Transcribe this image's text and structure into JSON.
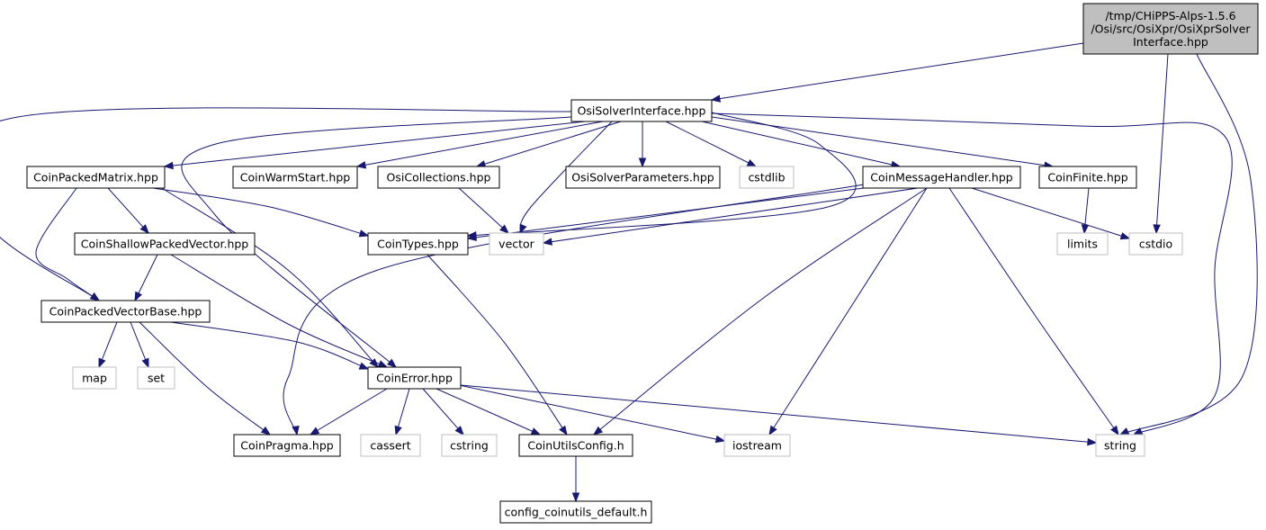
{
  "graph": {
    "nodes": [
      {
        "id": "root",
        "kind": "root",
        "lines": [
          "/tmp/CHiPPS-Alps-1.5.6",
          "/Osi/src/OsiXpr/OsiXprSolver",
          "Interface.hpp"
        ]
      },
      {
        "id": "osi_solver_interface",
        "kind": "local",
        "lines": [
          "OsiSolverInterface.hpp"
        ]
      },
      {
        "id": "coin_packed_matrix",
        "kind": "local",
        "lines": [
          "CoinPackedMatrix.hpp"
        ]
      },
      {
        "id": "coin_warm_start",
        "kind": "local",
        "lines": [
          "CoinWarmStart.hpp"
        ]
      },
      {
        "id": "osi_collections",
        "kind": "local",
        "lines": [
          "OsiCollections.hpp"
        ]
      },
      {
        "id": "osi_solver_parameters",
        "kind": "local",
        "lines": [
          "OsiSolverParameters.hpp"
        ]
      },
      {
        "id": "cstdlib",
        "kind": "system",
        "lines": [
          "cstdlib"
        ]
      },
      {
        "id": "coin_message_handler",
        "kind": "local",
        "lines": [
          "CoinMessageHandler.hpp"
        ]
      },
      {
        "id": "coin_finite",
        "kind": "local",
        "lines": [
          "CoinFinite.hpp"
        ]
      },
      {
        "id": "coin_shallow_packed_vector",
        "kind": "local",
        "lines": [
          "CoinShallowPackedVector.hpp"
        ]
      },
      {
        "id": "coin_types",
        "kind": "local",
        "lines": [
          "CoinTypes.hpp"
        ]
      },
      {
        "id": "vector",
        "kind": "system",
        "lines": [
          "vector"
        ]
      },
      {
        "id": "limits",
        "kind": "system",
        "lines": [
          "limits"
        ]
      },
      {
        "id": "cstdio",
        "kind": "system",
        "lines": [
          "cstdio"
        ]
      },
      {
        "id": "coin_packed_vector_base",
        "kind": "local",
        "lines": [
          "CoinPackedVectorBase.hpp"
        ]
      },
      {
        "id": "map",
        "kind": "system",
        "lines": [
          "map"
        ]
      },
      {
        "id": "set",
        "kind": "system",
        "lines": [
          "set"
        ]
      },
      {
        "id": "coin_error",
        "kind": "local",
        "lines": [
          "CoinError.hpp"
        ]
      },
      {
        "id": "coin_pragma",
        "kind": "local",
        "lines": [
          "CoinPragma.hpp"
        ]
      },
      {
        "id": "cassert",
        "kind": "system",
        "lines": [
          "cassert"
        ]
      },
      {
        "id": "cstring",
        "kind": "system",
        "lines": [
          "cstring"
        ]
      },
      {
        "id": "coin_utils_config",
        "kind": "local",
        "lines": [
          "CoinUtilsConfig.h"
        ]
      },
      {
        "id": "iostream",
        "kind": "system",
        "lines": [
          "iostream"
        ]
      },
      {
        "id": "string",
        "kind": "system",
        "lines": [
          "string"
        ]
      },
      {
        "id": "config_coinutils_default",
        "kind": "local",
        "lines": [
          "config_coinutils_default.h"
        ]
      }
    ],
    "edges": [
      [
        "root",
        "osi_solver_interface"
      ],
      [
        "root",
        "cstdio"
      ],
      [
        "root",
        "string"
      ],
      [
        "osi_solver_interface",
        "coin_packed_matrix"
      ],
      [
        "osi_solver_interface",
        "coin_warm_start"
      ],
      [
        "osi_solver_interface",
        "osi_collections"
      ],
      [
        "osi_solver_interface",
        "osi_solver_parameters"
      ],
      [
        "osi_solver_interface",
        "cstdlib"
      ],
      [
        "osi_solver_interface",
        "coin_message_handler"
      ],
      [
        "osi_solver_interface",
        "coin_finite"
      ],
      [
        "osi_solver_interface",
        "coin_types"
      ],
      [
        "osi_solver_interface",
        "vector"
      ],
      [
        "osi_solver_interface",
        "coin_packed_vector_base"
      ],
      [
        "osi_solver_interface",
        "coin_error"
      ],
      [
        "osi_solver_interface",
        "string"
      ],
      [
        "coin_packed_matrix",
        "coin_shallow_packed_vector"
      ],
      [
        "coin_packed_matrix",
        "coin_packed_vector_base"
      ],
      [
        "coin_packed_matrix",
        "coin_types"
      ],
      [
        "coin_packed_matrix",
        "coin_error"
      ],
      [
        "osi_collections",
        "vector"
      ],
      [
        "coin_message_handler",
        "vector"
      ],
      [
        "coin_message_handler",
        "coin_types"
      ],
      [
        "coin_message_handler",
        "cstdio"
      ],
      [
        "coin_message_handler",
        "coin_pragma"
      ],
      [
        "coin_message_handler",
        "coin_utils_config"
      ],
      [
        "coin_message_handler",
        "iostream"
      ],
      [
        "coin_message_handler",
        "string"
      ],
      [
        "coin_finite",
        "limits"
      ],
      [
        "coin_shallow_packed_vector",
        "coin_packed_vector_base"
      ],
      [
        "coin_shallow_packed_vector",
        "coin_error"
      ],
      [
        "coin_types",
        "coin_utils_config"
      ],
      [
        "coin_packed_vector_base",
        "map"
      ],
      [
        "coin_packed_vector_base",
        "set"
      ],
      [
        "coin_packed_vector_base",
        "coin_error"
      ],
      [
        "coin_packed_vector_base",
        "coin_pragma"
      ],
      [
        "coin_error",
        "coin_pragma"
      ],
      [
        "coin_error",
        "cassert"
      ],
      [
        "coin_error",
        "cstring"
      ],
      [
        "coin_error",
        "coin_utils_config"
      ],
      [
        "coin_error",
        "iostream"
      ],
      [
        "coin_error",
        "string"
      ],
      [
        "coin_utils_config",
        "config_coinutils_default"
      ]
    ]
  }
}
